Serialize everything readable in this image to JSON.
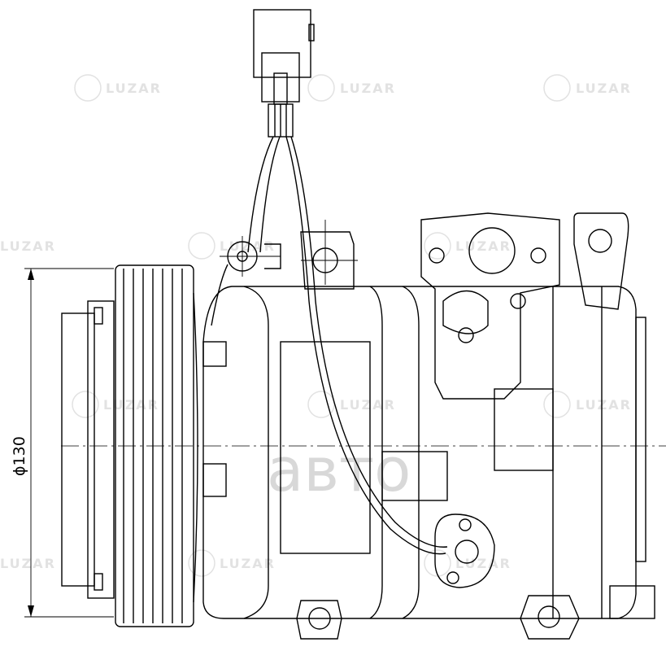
{
  "drawing": {
    "dimension_label": "ϕ130",
    "watermark_brand": "LUZAR",
    "watermark_center": "авто"
  },
  "colors": {
    "line": "#000000",
    "watermark": "#e2e2e2",
    "background": "#ffffff"
  }
}
